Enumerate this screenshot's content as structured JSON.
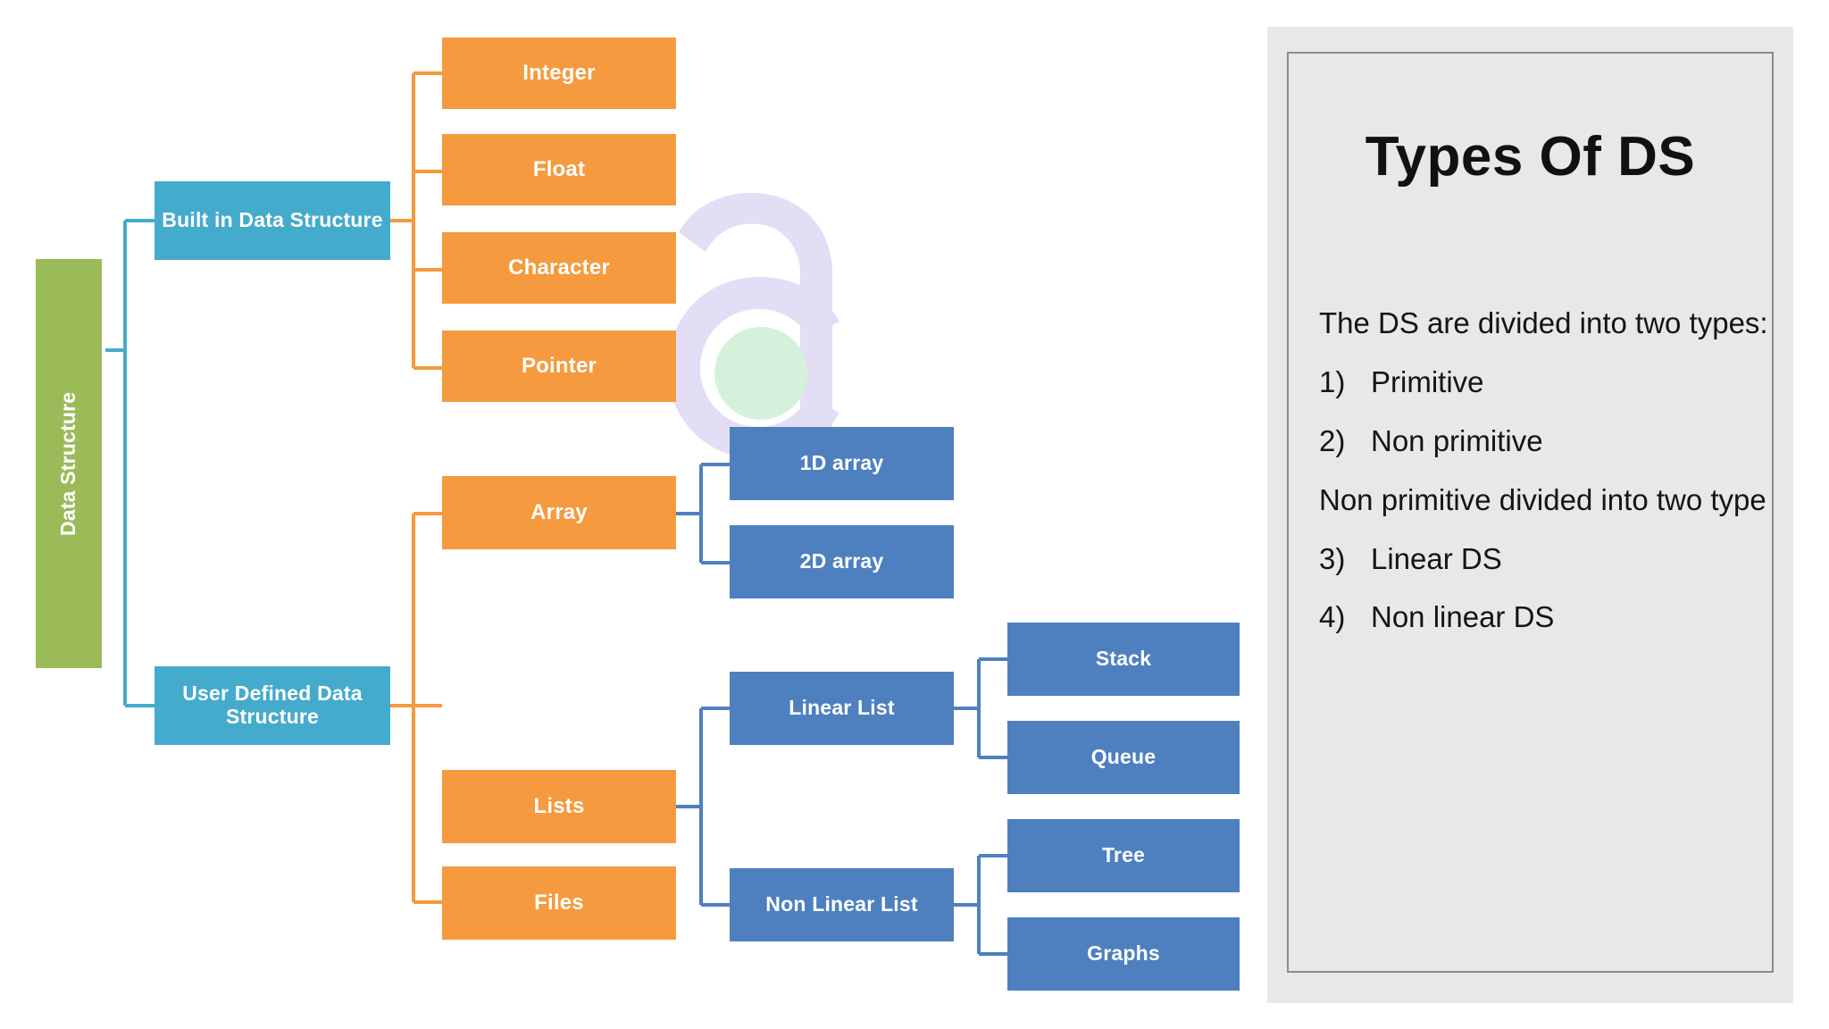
{
  "diagram": {
    "root": {
      "label": "Data Structure",
      "color": "#9BBB59"
    },
    "level1": [
      {
        "label": "Built in Data Structure",
        "color": "#45ABCC"
      },
      {
        "label": "User Defined Data Structure",
        "color": "#45ABCC"
      }
    ],
    "builtin_children": [
      {
        "label": "Integer",
        "color": "#F59A3E"
      },
      {
        "label": "Float",
        "color": "#F59A3E"
      },
      {
        "label": "Character",
        "color": "#F59A3E"
      },
      {
        "label": "Pointer",
        "color": "#F59A3E"
      }
    ],
    "userdefined_children": [
      {
        "label": "Array",
        "color": "#F59A3E"
      },
      {
        "label": "Lists",
        "color": "#F59A3E"
      },
      {
        "label": "Files",
        "color": "#F59A3E"
      }
    ],
    "array_children": [
      {
        "label": "1D array",
        "color": "#4E80C0"
      },
      {
        "label": "2D array",
        "color": "#4E80C0"
      }
    ],
    "lists_children": [
      {
        "label": "Linear List",
        "color": "#4E80C0"
      },
      {
        "label": "Non Linear List",
        "color": "#4E80C0"
      }
    ],
    "linear_children": [
      {
        "label": "Stack",
        "color": "#4E80C0"
      },
      {
        "label": "Queue",
        "color": "#4E80C0"
      }
    ],
    "nonlinear_children": [
      {
        "label": "Tree",
        "color": "#4E80C0"
      },
      {
        "label": "Graphs",
        "color": "#4E80C0"
      }
    ]
  },
  "panel": {
    "title": "Types Of DS",
    "intro": "The DS are divided into two types:",
    "items": [
      {
        "num": "1)",
        "text": "Primitive"
      },
      {
        "num": "2)",
        "text": "Non primitive"
      }
    ],
    "mid_text": "Non primitive divided into two type",
    "items2": [
      {
        "num": "3)",
        "text": " Linear DS"
      },
      {
        "num": "4)",
        "text": "Non linear DS"
      }
    ],
    "background": "#e8e8e8",
    "border_color": "#8c8c8c"
  },
  "watermark": {
    "name": "letter-a-logo",
    "shape_color": "#e3def5",
    "dot_color": "#d4f1dc"
  }
}
